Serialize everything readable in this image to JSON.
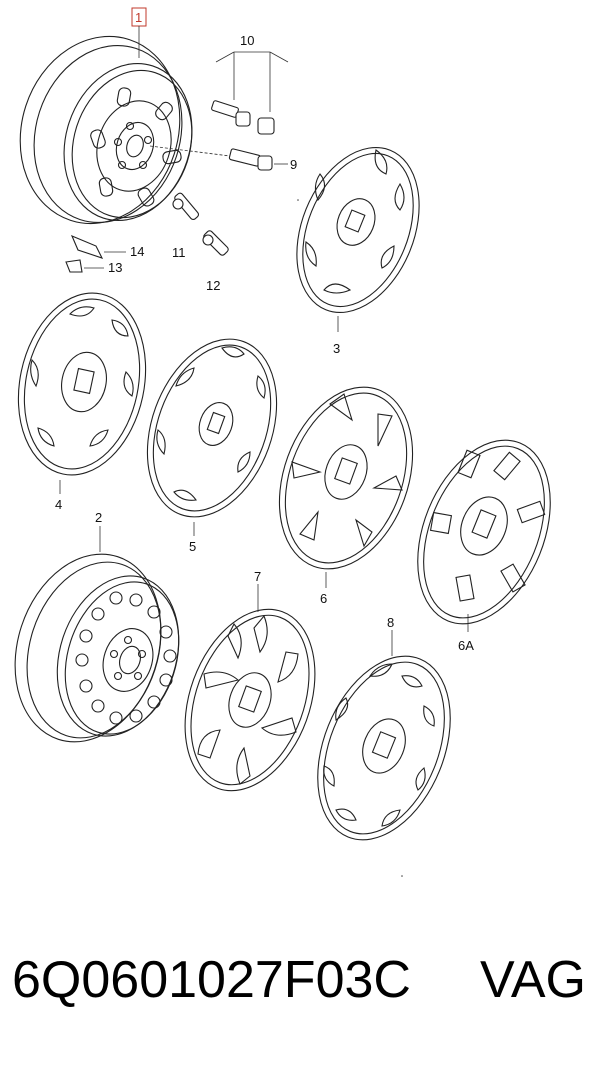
{
  "labels": {
    "l1": "1",
    "l2": "2",
    "l3": "3",
    "l4": "4",
    "l5": "5",
    "l6": "6",
    "l6a": "6A",
    "l7": "7",
    "l8": "8",
    "l9": "9",
    "l10": "10",
    "l11": "11",
    "l12": "12",
    "l13": "13",
    "l14": "14"
  },
  "footer": {
    "part_number": "6Q0601027F03C",
    "brand": "VAG"
  },
  "colors": {
    "highlight_box": "#c0392b",
    "line": "#222222"
  }
}
